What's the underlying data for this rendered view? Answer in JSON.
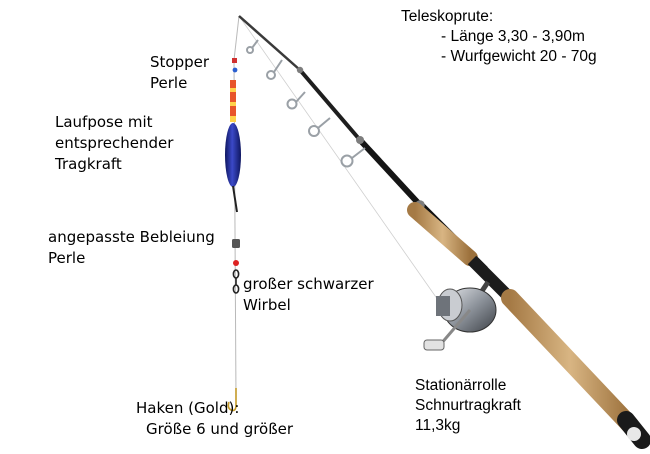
{
  "labels": {
    "rod_title": "Teleskoprute:",
    "rod_length": "- Länge 3,30 - 3,90m",
    "rod_weight": "- Wurfgewicht 20 - 70g",
    "stopper_1": "Stopper",
    "stopper_2": "Perle",
    "float_1": "Laufpose mit",
    "float_2": "entsprechender",
    "float_3": "Tragkraft",
    "lead_1": "angepasste Bebleiung",
    "lead_2": "Perle",
    "swivel_1": "großer schwarzer",
    "swivel_2": "Wirbel",
    "hook_1": "Haken (Gold):",
    "hook_2": "Größe 6 und größer",
    "reel_1": "Stationärrolle",
    "reel_2": "Schnurtragkraft",
    "reel_3": "11,3kg"
  },
  "colors": {
    "line": "#b8b8b8",
    "rod_blank": "#1a1a1a",
    "cork": "#c9a26b",
    "float_body": "#1f2a8c",
    "float_tip": "#e05a1e",
    "reel": "#8a8f96"
  }
}
